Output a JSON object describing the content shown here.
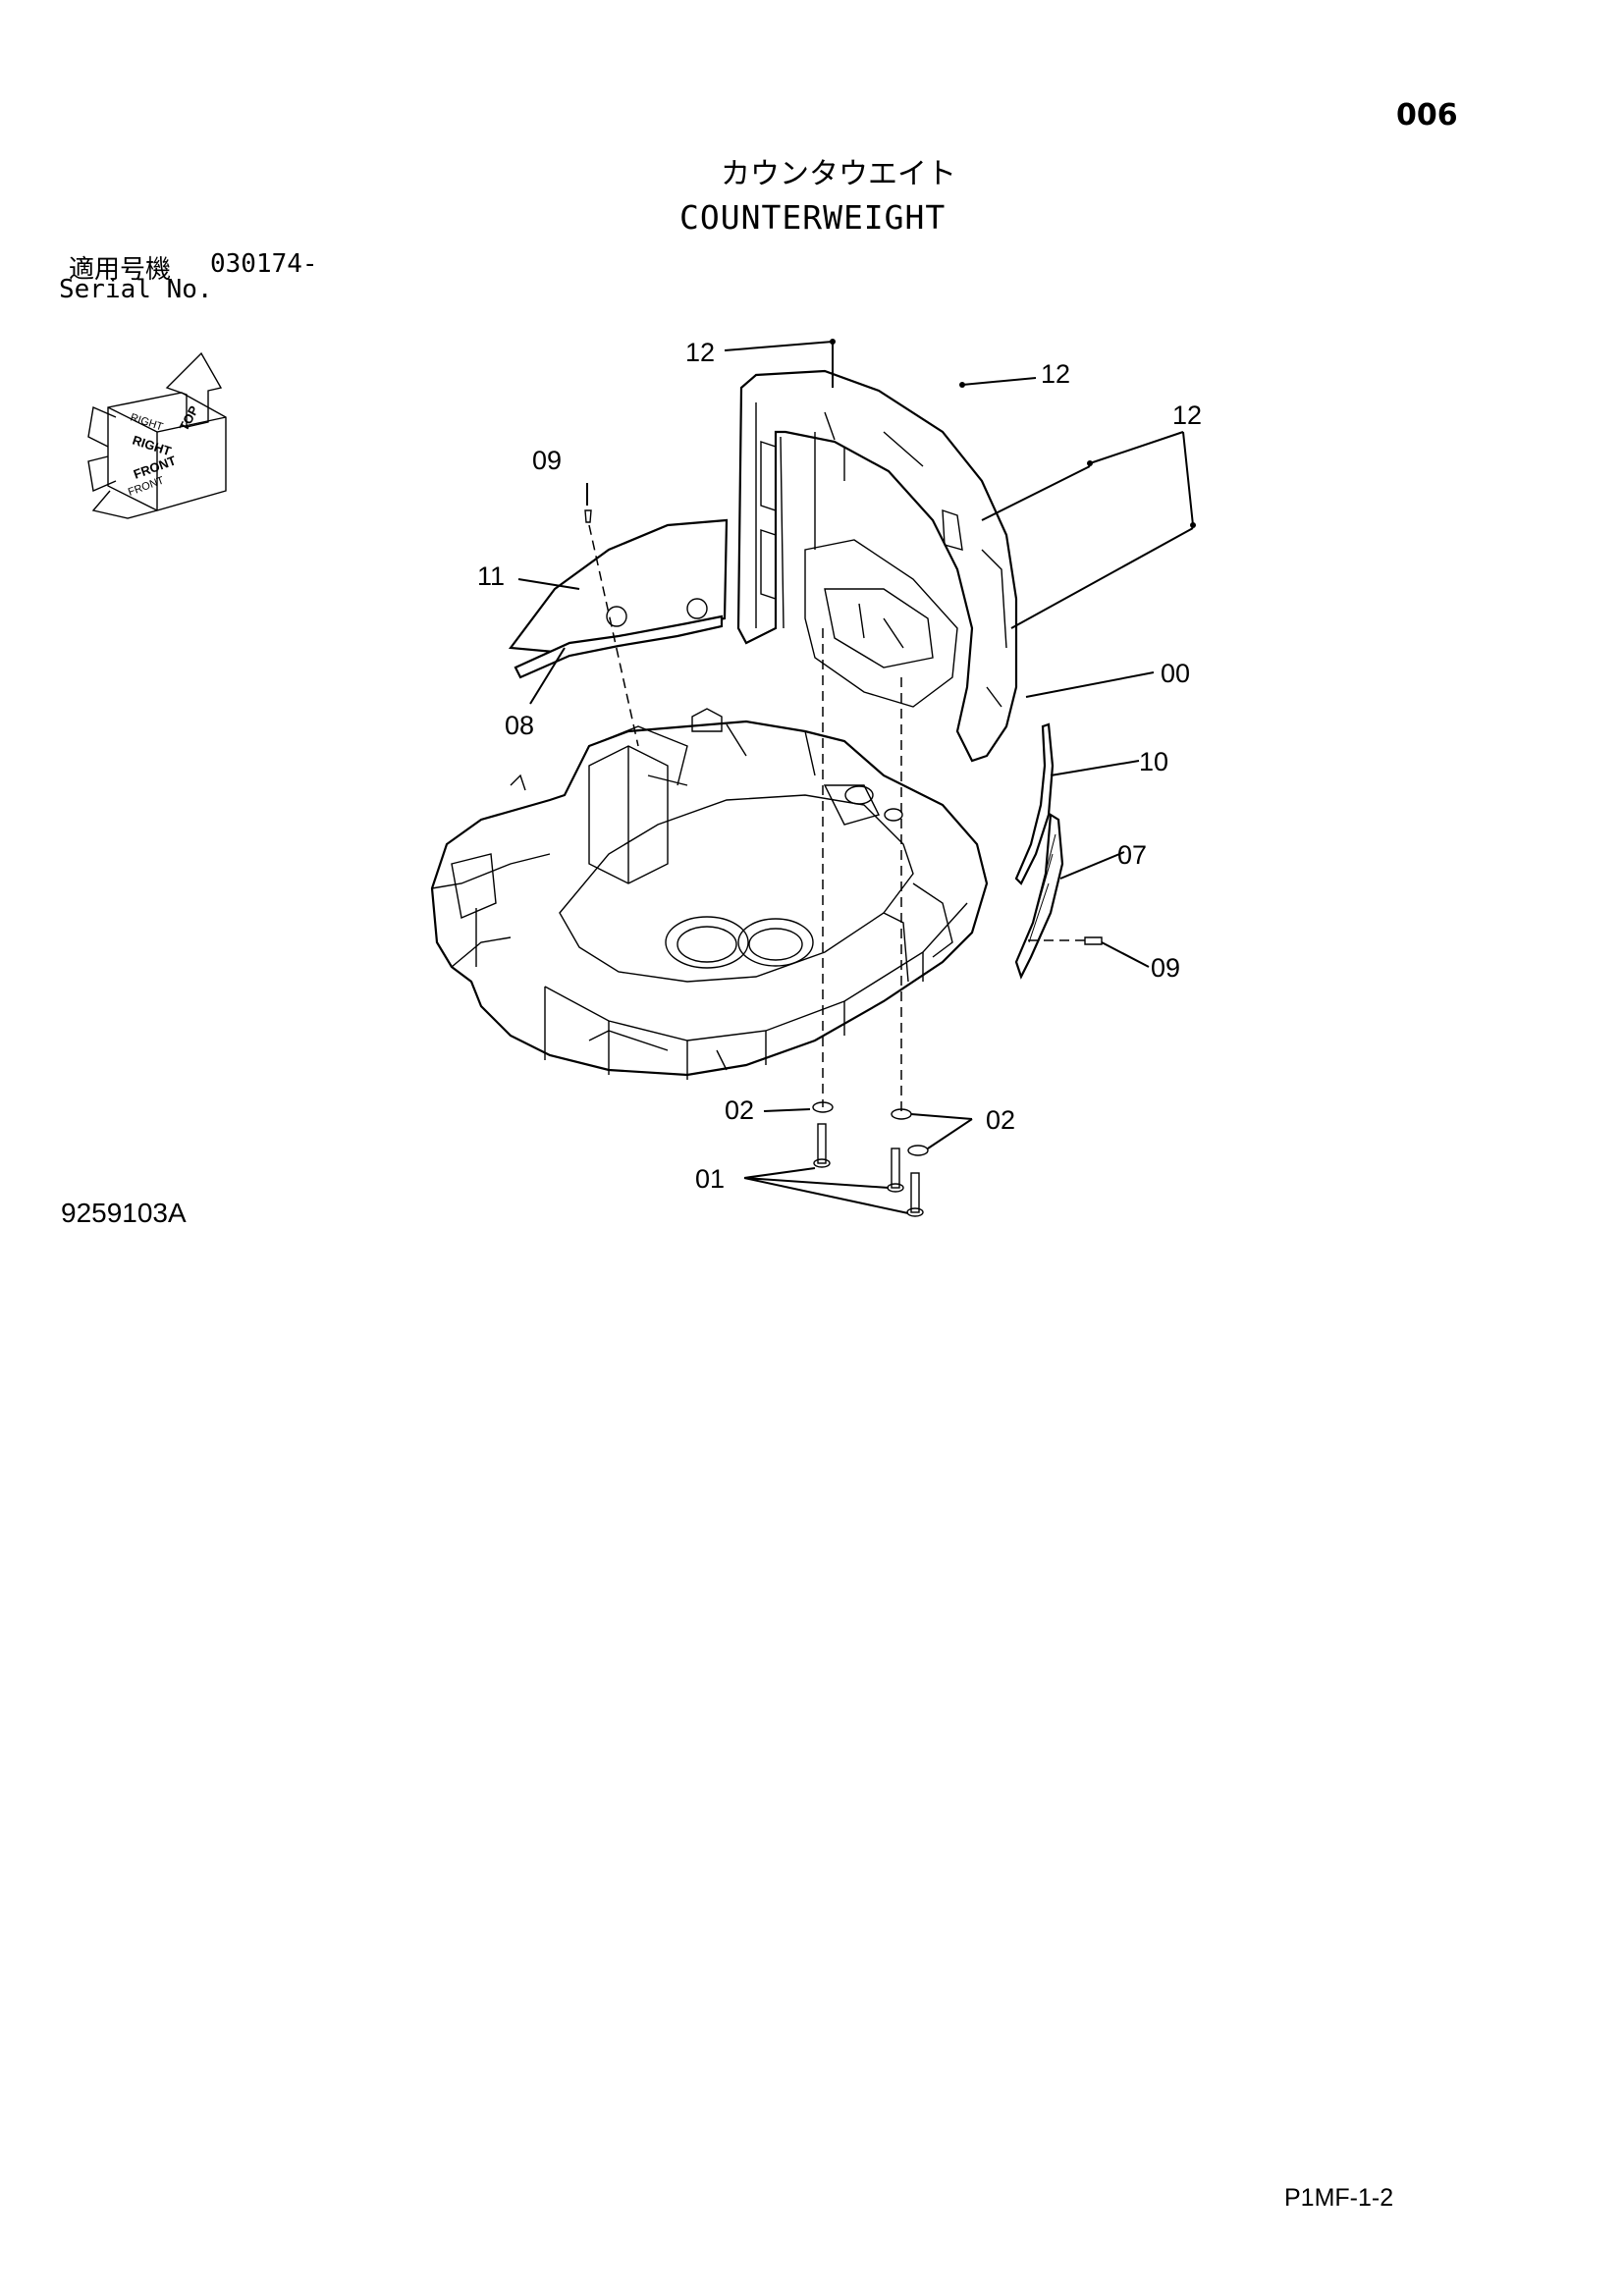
{
  "header": {
    "page_number": "006",
    "title_jp": "カウンタウエイト",
    "title_en": "COUNTERWEIGHT"
  },
  "serial": {
    "label_jp": "適用号機",
    "number": "030174-",
    "label_en": "Serial No."
  },
  "orientation": {
    "labels": [
      "TOP",
      "RIGHT",
      "FRONT",
      "RIGHT",
      "FRONT"
    ]
  },
  "callouts": [
    "12",
    "12",
    "12",
    "09",
    "11",
    "08",
    "00",
    "10",
    "07",
    "09",
    "02",
    "02",
    "01"
  ],
  "footer": {
    "drawing_number": "9259103A",
    "page_code": "P1MF-1-2"
  }
}
